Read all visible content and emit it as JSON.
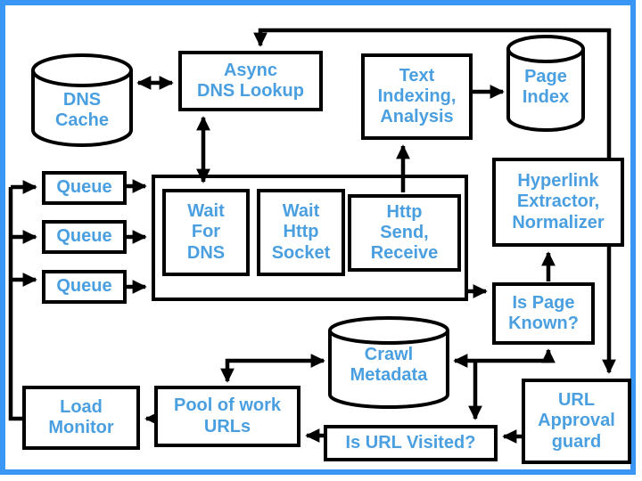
{
  "colors": {
    "frame_blue": "#3996f5",
    "label_blue": "#4a9fe0",
    "line_black": "#000000",
    "background": "#ffffff"
  },
  "nodes": {
    "dns_cache": {
      "shape": "cylinder",
      "label": "DNS\nCache"
    },
    "async_dns_lookup": {
      "shape": "box",
      "label": "Async\nDNS Lookup"
    },
    "text_indexing": {
      "shape": "box",
      "label": "Text\nIndexing,\nAnalysis"
    },
    "page_index": {
      "shape": "cylinder",
      "label": "Page\nIndex"
    },
    "queue_1": {
      "shape": "box",
      "label": "Queue"
    },
    "queue_2": {
      "shape": "box",
      "label": "Queue"
    },
    "queue_3": {
      "shape": "box",
      "label": "Queue"
    },
    "worker_container": {
      "shape": "box",
      "label": ""
    },
    "wait_for_dns": {
      "shape": "box",
      "label": "Wait\nFor\nDNS"
    },
    "wait_http_socket": {
      "shape": "box",
      "label": "Wait\nHttp\nSocket"
    },
    "http_send_receive": {
      "shape": "box",
      "label": "Http\nSend,\nReceive"
    },
    "hyperlink_extractor": {
      "shape": "box",
      "label": "Hyperlink\nExtractor,\nNormalizer"
    },
    "is_page_known": {
      "shape": "box",
      "label": "Is Page\nKnown?"
    },
    "crawl_metadata": {
      "shape": "cylinder",
      "label": "Crawl\nMetadata"
    },
    "load_monitor": {
      "shape": "box",
      "label": "Load\nMonitor"
    },
    "pool_of_work_urls": {
      "shape": "box",
      "label": "Pool of work\nURLs"
    },
    "is_url_visited": {
      "shape": "box",
      "label": "Is URL Visited?"
    },
    "url_approval_guard": {
      "shape": "box",
      "label": "URL\nApproval\nguard"
    }
  },
  "edges": [
    {
      "from": "hyperlink_extractor",
      "to": "async_dns_lookup",
      "route": "over-top"
    },
    {
      "from": "dns_cache",
      "to": "async_dns_lookup",
      "bidirectional": true
    },
    {
      "from": "async_dns_lookup",
      "to": "wait_for_dns",
      "bidirectional": true
    },
    {
      "from": "http_send_receive",
      "to": "text_indexing"
    },
    {
      "from": "text_indexing",
      "to": "page_index"
    },
    {
      "from": "load_monitor",
      "to": "queue_1"
    },
    {
      "from": "load_monitor",
      "to": "queue_2"
    },
    {
      "from": "load_monitor",
      "to": "queue_3"
    },
    {
      "from": "queue_1",
      "to": "worker_container"
    },
    {
      "from": "queue_2",
      "to": "worker_container"
    },
    {
      "from": "queue_3",
      "to": "worker_container"
    },
    {
      "from": "worker_container",
      "to": "is_page_known"
    },
    {
      "from": "is_page_known",
      "to": "hyperlink_extractor"
    },
    {
      "from": "hyperlink_extractor",
      "to": "url_approval_guard"
    },
    {
      "from": "url_approval_guard",
      "to": "is_url_visited"
    },
    {
      "from": "is_url_visited",
      "to": "pool_of_work_urls"
    },
    {
      "from": "pool_of_work_urls",
      "to": "crawl_metadata",
      "bidirectional": true
    },
    {
      "from": "junction",
      "to": "crawl_metadata"
    },
    {
      "from": "junction",
      "to": "is_page_known"
    },
    {
      "from": "junction",
      "to": "is_url_visited"
    },
    {
      "from": "pool_of_work_urls",
      "to": "load_monitor"
    }
  ]
}
